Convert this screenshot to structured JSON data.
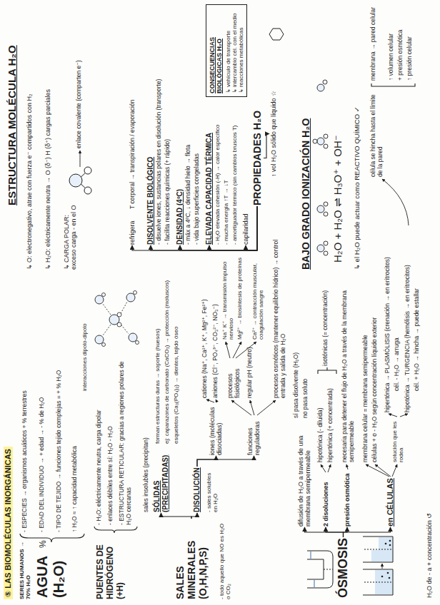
{
  "diagram": {
    "title": "⑤ LAS BIOMOLÉCULAS INORGÁNICAS",
    "nodes": [
      {
        "text": [
          "AGUA (H₂O)"
        ]
      },
      {
        "text": [
          "PUENTES DE HIDRÓGENO (+H)"
        ]
      },
      {
        "text": [
          "SALES MINERALES (O,H,N,P,S)"
        ]
      },
      {
        "text": [
          "SÓLIDAS (PRECIPITADAS)"
        ]
      },
      {
        "text": [
          "DISOLUCIÓN"
        ]
      },
      {
        "text": [
          "iones (moléculas disociadas)"
        ]
      },
      {
        "text": [
          "funciones reguladoras"
        ]
      },
      {
        "text": [
          "ÓSMOSIS"
        ]
      },
      {
        "text": [
          "difusión de H₂O a través de una membrana semipermeable"
        ]
      },
      {
        "text": [
          "2 disoluciones"
        ]
      },
      {
        "text": [
          "presión osmótica"
        ]
      },
      {
        "text": [
          "en CÉLULAS"
        ]
      },
      {
        "text": [
          "ESTRUCTURA MOLÉCULA H₂O"
        ]
      },
      {
        "text": [
          "PROPIEDADES H₂O"
        ]
      },
      {
        "text": [
          "refrigera"
        ]
      },
      {
        "text": [
          "DISOLVENTE BIOLÓGICO"
        ]
      },
      {
        "text": [
          "DENSIDAD (4ºC)"
        ]
      },
      {
        "text": [
          "ELEVADA CAPACIDAD TÉRMICA"
        ]
      },
      {
        "text": [
          "capilaridad"
        ]
      },
      {
        "text": [
          "↑ vol H₂O sólido que líquido ☆"
        ]
      },
      {
        "text": [
          "CONSECUENCIAS BIOLÓGICAS H₂O",
          "↳ vehículo de transporte",
          "↳ intercambio cél. con el medio",
          "↳ reacciones metabólicas"
        ]
      },
      {
        "text": [
          "BAJO GRADO IONIZACIÓN H₂O"
        ]
      }
    ],
    "edges": [
      {
        "from": 2,
        "to": 3,
        "arrow": "to"
      },
      {
        "from": 2,
        "to": 4,
        "arrow": "to"
      },
      {
        "from": 4,
        "to": 5,
        "arrow": "to"
      },
      {
        "from": 4,
        "to": 6,
        "arrow": "to"
      },
      {
        "from": 7,
        "to": 8,
        "arrow": "to"
      },
      {
        "from": 7,
        "to": 9,
        "arrow": "to"
      },
      {
        "from": 7,
        "to": 10,
        "arrow": "to"
      },
      {
        "from": 7,
        "to": 11,
        "arrow": "to"
      },
      {
        "from": 13,
        "to": 14,
        "arrow": "to"
      },
      {
        "from": 13,
        "to": 15,
        "arrow": "to"
      },
      {
        "from": 13,
        "to": 16,
        "arrow": "to"
      },
      {
        "from": 13,
        "to": 17,
        "arrow": "to"
      },
      {
        "from": 13,
        "to": 18,
        "arrow": "to"
      },
      {
        "from": 13,
        "to": 19,
        "arrow": "to"
      }
    ],
    "labels": [
      "SERES HUMANOS → 70% H₂O",
      "%",
      "- ESPECIES → organismos acuáticos + % terrestres",
      "- EDAD DEL INDIVIDUO → + edad → - % de H₂O",
      "- TIPO DE TEJIDO → funciones tejido complejas = + % H₂O",
      "↑ H₂O ≈ ↑ capacidad metabólica",
      "- H₂O: eléctricamente neutra, carga dipolar",
      "interacciones dipolo-dipolo",
      "- enlaces débiles entre sí: H₂O - H₂O",
      "- ESTRUCTURA RETICULAR: gracias a regiones polares de H₂O cercanas",
      "- todo aquello que NO es H₂O o CO₂",
      "sales insolubles (precipitan)",
      "forman estructuras duras → soporte (huesos)",
      "ej: caparazones de carbonato (CaCO₃) → protección (moluscos)",
      "esqueletos (Ca₃(PO₄)₂) → dientes, tejido óseo",
      "- sales solubles en H₂O",
      "cationes (Na⁺, Ca²⁺, K⁺, Mg²⁺, Fe²⁺)",
      "aniones (Cl⁻, PO₄³⁻, CO₃²⁻, NO₃⁻)",
      "procesos fisiológicos",
      "Na⁺ K⁺ → transmisión impulso nervioso",
      "Mg²⁺ → biosíntesis de proteínas",
      "Ca²⁺ → contracción muscular, coagulación sangre",
      "regular pH (neutro)",
      "procesos osmóticos (mantener equilibrio hídrico) → control entrada y salida de H₂O",
      "sí pasa disolvente (H₂O)",
      "no pasa soluto",
      "hipotónica (- diluida)",
      "hipertónica (+ concentrada)",
      "isotónicas (= concentración)",
      "necesaria para detener el flujo de H₂O a través de la membrana semipermeable",
      "membrana celular = membrana semipermeable",
      "células + o - H₂O según concentración líquido exterior",
      "solución que les rodea",
      "hipertónica → PLASMÓLISIS (crenación → en eritrocitos)",
      "cél. - H₂O → arruga",
      "hipotónica → TURGENCIA (hemólisis → en eritrocitos)",
      "cél. + H₂O → hincha → puede estallar",
      "H₂O de - a + concentración ↺",
      "↳ O: electronegativo, atrae con fuerza e⁻ compartidos con H₂",
      "↳ H₂O: eléctricamente neutra → O (δ⁻) H (δ⁺) cargas parciales",
      "↳ CARGA POLAR: exceso carga - en el O",
      "enlace covalente (comparten e⁻)",
      "T corporal → transpiración / evaporación",
      "- disuelve iones, sustancias polares en disolución (transporte)",
      "- facilita reacciones químicas (+ rápido)",
      "- máx a 4ºC, ↓ densidad hielo → flota",
      "- vida bajo superficies congeladas",
      "- H₂O elevada cohesión (-H) → calor específico",
      "- mucha energía ↑T → ↓T",
      "- amortiguador térmico (sin cambios bruscos T)",
      "H₂O + H₂O ⇌ H₃O⁺ + OH⁻",
      "↳ el H₂O puede actuar como REACTIVO QUÍMICO ✓",
      "célula se hincha hasta el límite de la pared",
      "membrana → pared celular",
      "↑ volumen celular",
      "+ presión osmótica",
      "↑ presión celular"
    ]
  }
}
